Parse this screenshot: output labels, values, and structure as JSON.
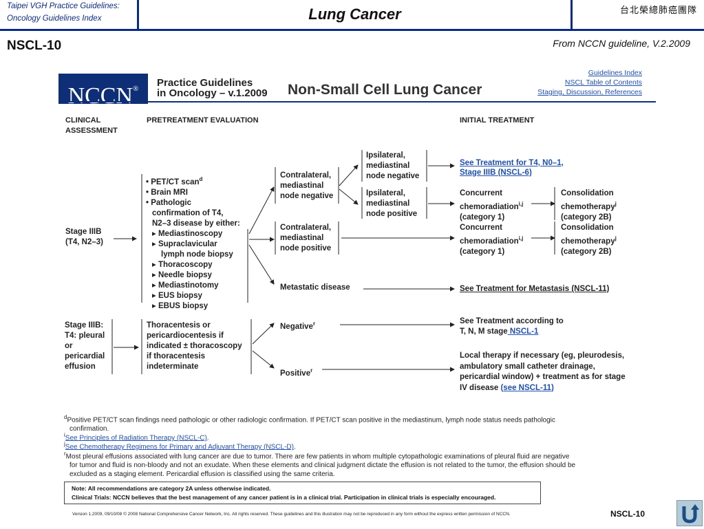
{
  "header": {
    "left_line1": "Taipei VGH Practice Guidelines:",
    "left_line2": "Oncology Guidelines Index",
    "title": "Lung Cancer",
    "right": "台北榮總肺癌團隊"
  },
  "page_code": "NSCL-10",
  "source": "From NCCN guideline, V.2.2009",
  "panel": {
    "logo": "NCCN",
    "logo_mark": "®",
    "pg_line1": "Practice Guidelines",
    "pg_line2": "in Oncology – v.1.2009",
    "main_title": "Non-Small Cell Lung Cancer",
    "links": [
      "Guidelines Index",
      "NSCL Table of Contents",
      "Staging, Discussion, References"
    ]
  },
  "columns": {
    "clinical_1": "CLINICAL",
    "clinical_2": "ASSESSMENT",
    "pretreatment": "PRETREATMENT EVALUATION",
    "initial": "INITIAL TREATMENT"
  },
  "stage_a": {
    "line1": "Stage IIIB",
    "line2": "(T4, N2–3)"
  },
  "eval_a": {
    "items": [
      "• PET/CT scan",
      "• Brain MRI",
      "• Pathologic",
      "  confirmation of T4,",
      "  N2–3 disease by either:"
    ],
    "pet_sup": "d",
    "sub": [
      "Mediastinoscopy",
      "Supraclavicular",
      "lymph node biopsy",
      "Thoracoscopy",
      "Needle biopsy",
      "Mediastinotomy",
      "EUS biopsy",
      "EBUS biopsy"
    ]
  },
  "branch": {
    "cn_neg": [
      "Contralateral,",
      "mediastinal",
      "node negative"
    ],
    "cn_pos": [
      "Contralateral,",
      "mediastinal",
      "node positive"
    ],
    "meta": "Metastatic disease",
    "ip_neg": [
      "Ipsilateral,",
      "mediastinal",
      "node negative"
    ],
    "ip_pos": [
      "Ipsilateral,",
      "mediastinal",
      "node positive"
    ]
  },
  "treat": {
    "t4_link1": "See Treatment for T4, N0–1,",
    "t4_link2": "Stage IIIB (NSCL-6)",
    "cc1": [
      "Concurrent",
      "chemoradiation",
      "(category 1)"
    ],
    "cc_sup": "i,j",
    "cons1": [
      "Consolidation",
      "chemotherapy",
      "(category 2B)"
    ],
    "cons_sup": "j",
    "meta_link": "See Treatment for Metastasis (NSCL-11)"
  },
  "stage_b": [
    "Stage IIIB:",
    "T4: pleural",
    "or",
    "pericardial",
    "effusion"
  ],
  "eval_b": [
    "Thoracentesis or",
    "pericardiocentesis if",
    "indicated ± thoracoscopy",
    "if thoracentesis",
    "indeterminate"
  ],
  "effusion": {
    "neg": "Negative",
    "pos": "Positive",
    "sup": "r",
    "neg_t1": "See Treatment according to",
    "neg_t2": "T, N, M stage",
    "neg_link": " NSCL-1",
    "pos_t": [
      "Local therapy if necessary (eg, pleurodesis,",
      "ambulatory small catheter drainage,",
      "pericardial window) + treatment as for stage"
    ],
    "pos_t4": "IV disease",
    "pos_link": "(see NSCL-11)"
  },
  "footnotes": {
    "d_mark": "d",
    "d1": "Positive PET/CT scan findings need pathologic or other radiologic confirmation. If PET/CT scan positive in the mediastinum, lymph node status needs pathologic",
    "d2": "confirmation.",
    "i_mark": "i",
    "i_link": "See Principles of Radiation Therapy (NSCL-C)",
    "j_mark": "j",
    "j_link": "See Chemotherapy Regimens for Primary and Adjuvant Therapy (NSCL-D)",
    "r_mark": "r",
    "r1": "Most pleural effusions associated with lung cancer are due to tumor. There are few patients in whom multiple cytopathologic examinations of pleural fluid are negative",
    "r2": "for tumor and fluid is non-bloody and not an exudate. When these elements and clinical judgment dictate the effusion is not related to the tumor, the effusion should be",
    "r3": "excluded as a staging element. Pericardial effusion is classified using the same criteria."
  },
  "note": {
    "line1": "Note:  All recommendations are category 2A unless otherwise indicated.",
    "line2": "Clinical Trials: NCCN believes that the best management of any cancer patient is in a clinical trial. Participation in clinical trials is especially encouraged."
  },
  "footer": "Version 1.2009, 09/10/08 © 2008 National Comprehensive Cancer Network, Inc. All rights reserved. These guidelines and this illustration may not be reproduced in any form without the express written permission of NCCN.",
  "footer_code": "NSCL-10"
}
